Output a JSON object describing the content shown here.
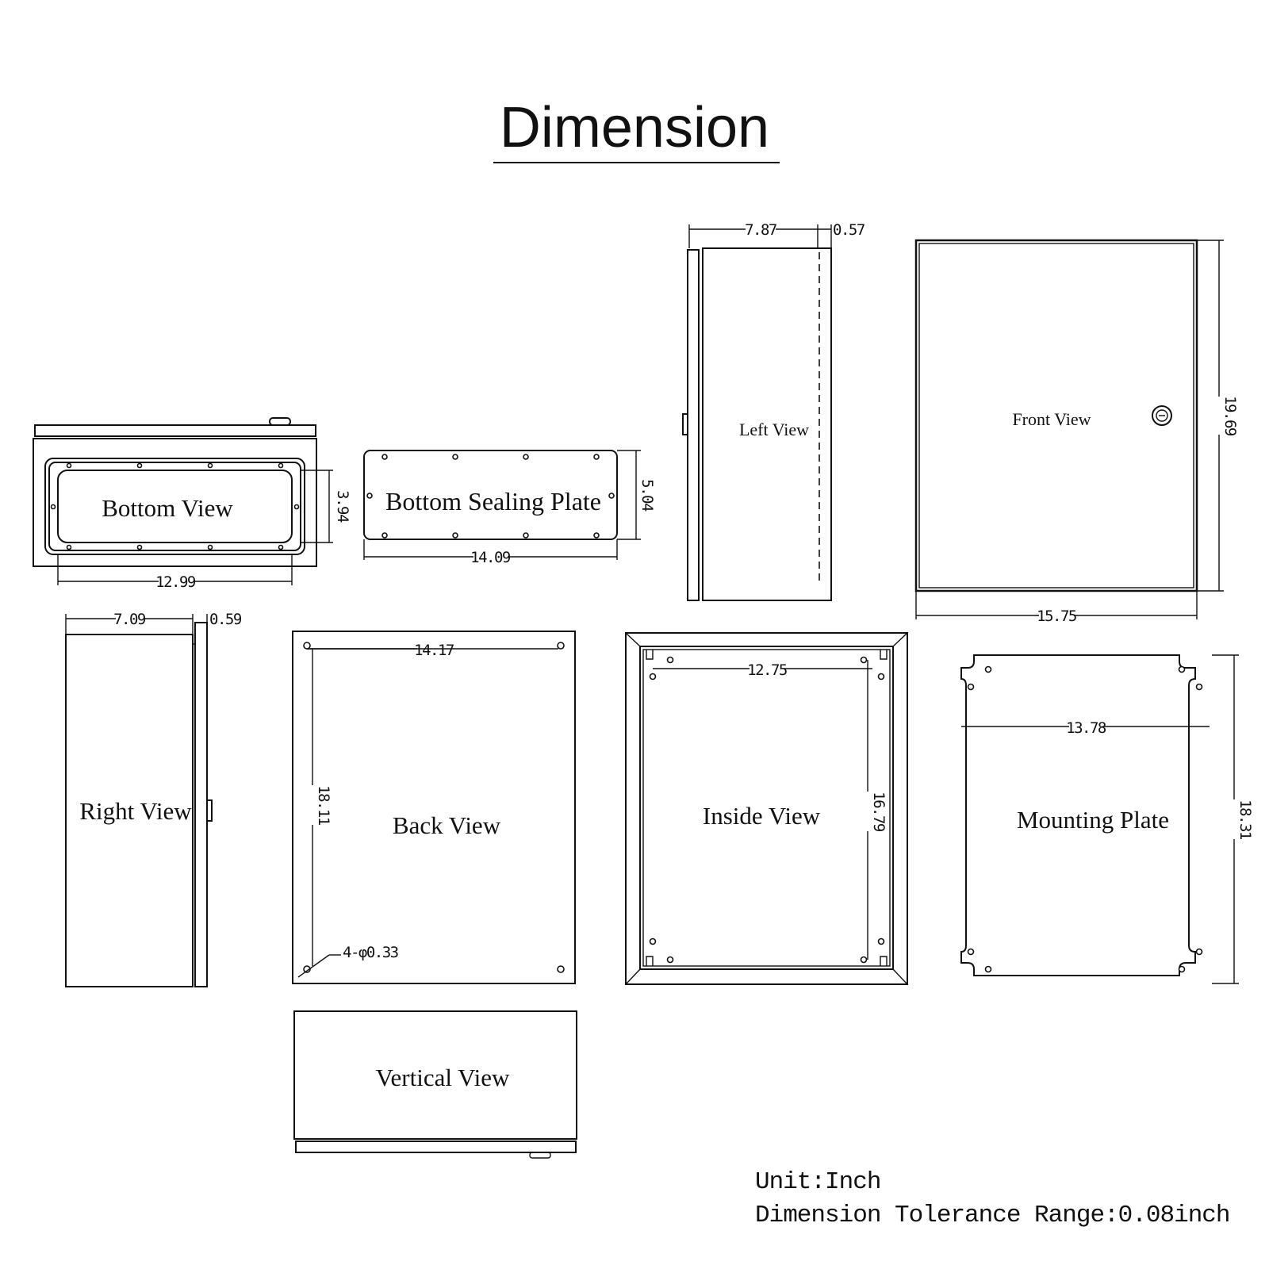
{
  "title": "Dimension",
  "views": {
    "bottom_view": {
      "label": "Bottom View",
      "width": "12.99",
      "height": "3.94"
    },
    "bottom_sealing_plate": {
      "label": "Bottom Sealing Plate",
      "width": "14.09",
      "height": "5.04"
    },
    "left_view": {
      "label": "Left View",
      "depth": "7.87",
      "door": "0.57"
    },
    "front_view": {
      "label": "Front View",
      "width": "15.75",
      "height": "19.69"
    },
    "right_view": {
      "label": "Right View",
      "depth": "7.09",
      "door": "0.59"
    },
    "back_view": {
      "label": "Back View",
      "hole_spacing_x": "14.17",
      "hole_spacing_y": "18.11",
      "holes": "4-φ0.33"
    },
    "inside_view": {
      "label": "Inside View",
      "width": "12.75",
      "height": "16.79"
    },
    "mounting_plate": {
      "label": "Mounting Plate",
      "width": "13.78",
      "height": "18.31"
    },
    "vertical_view": {
      "label": "Vertical View"
    }
  },
  "notes": {
    "unit": "Unit:Inch",
    "tolerance": "Dimension Tolerance Range:0.08inch"
  }
}
